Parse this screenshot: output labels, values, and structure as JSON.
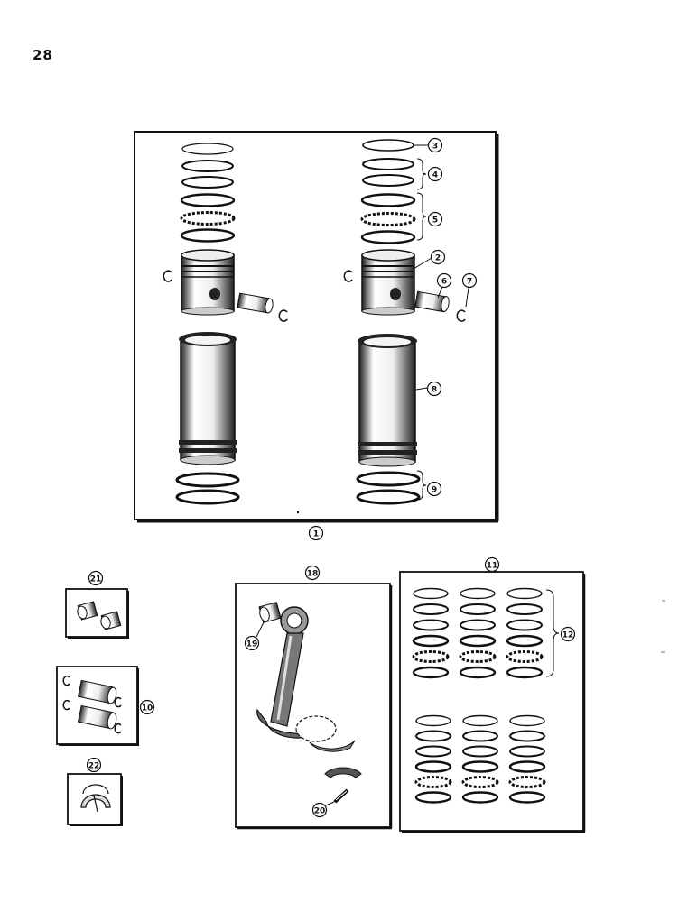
{
  "page_number": "28",
  "callouts": {
    "c1": "1",
    "c2": "2",
    "c3": "3",
    "c4": "4",
    "c5": "5",
    "c6": "6",
    "c7": "7",
    "c8": "8",
    "c9": "9",
    "c10": "10",
    "c11": "11",
    "c12": "12",
    "c18": "18",
    "c19": "19",
    "c20": "20",
    "c21": "21",
    "c22": "22"
  },
  "colors": {
    "ink": "#111111",
    "shade": "#555555",
    "light": "#dddddd",
    "paper": "#ffffff"
  }
}
